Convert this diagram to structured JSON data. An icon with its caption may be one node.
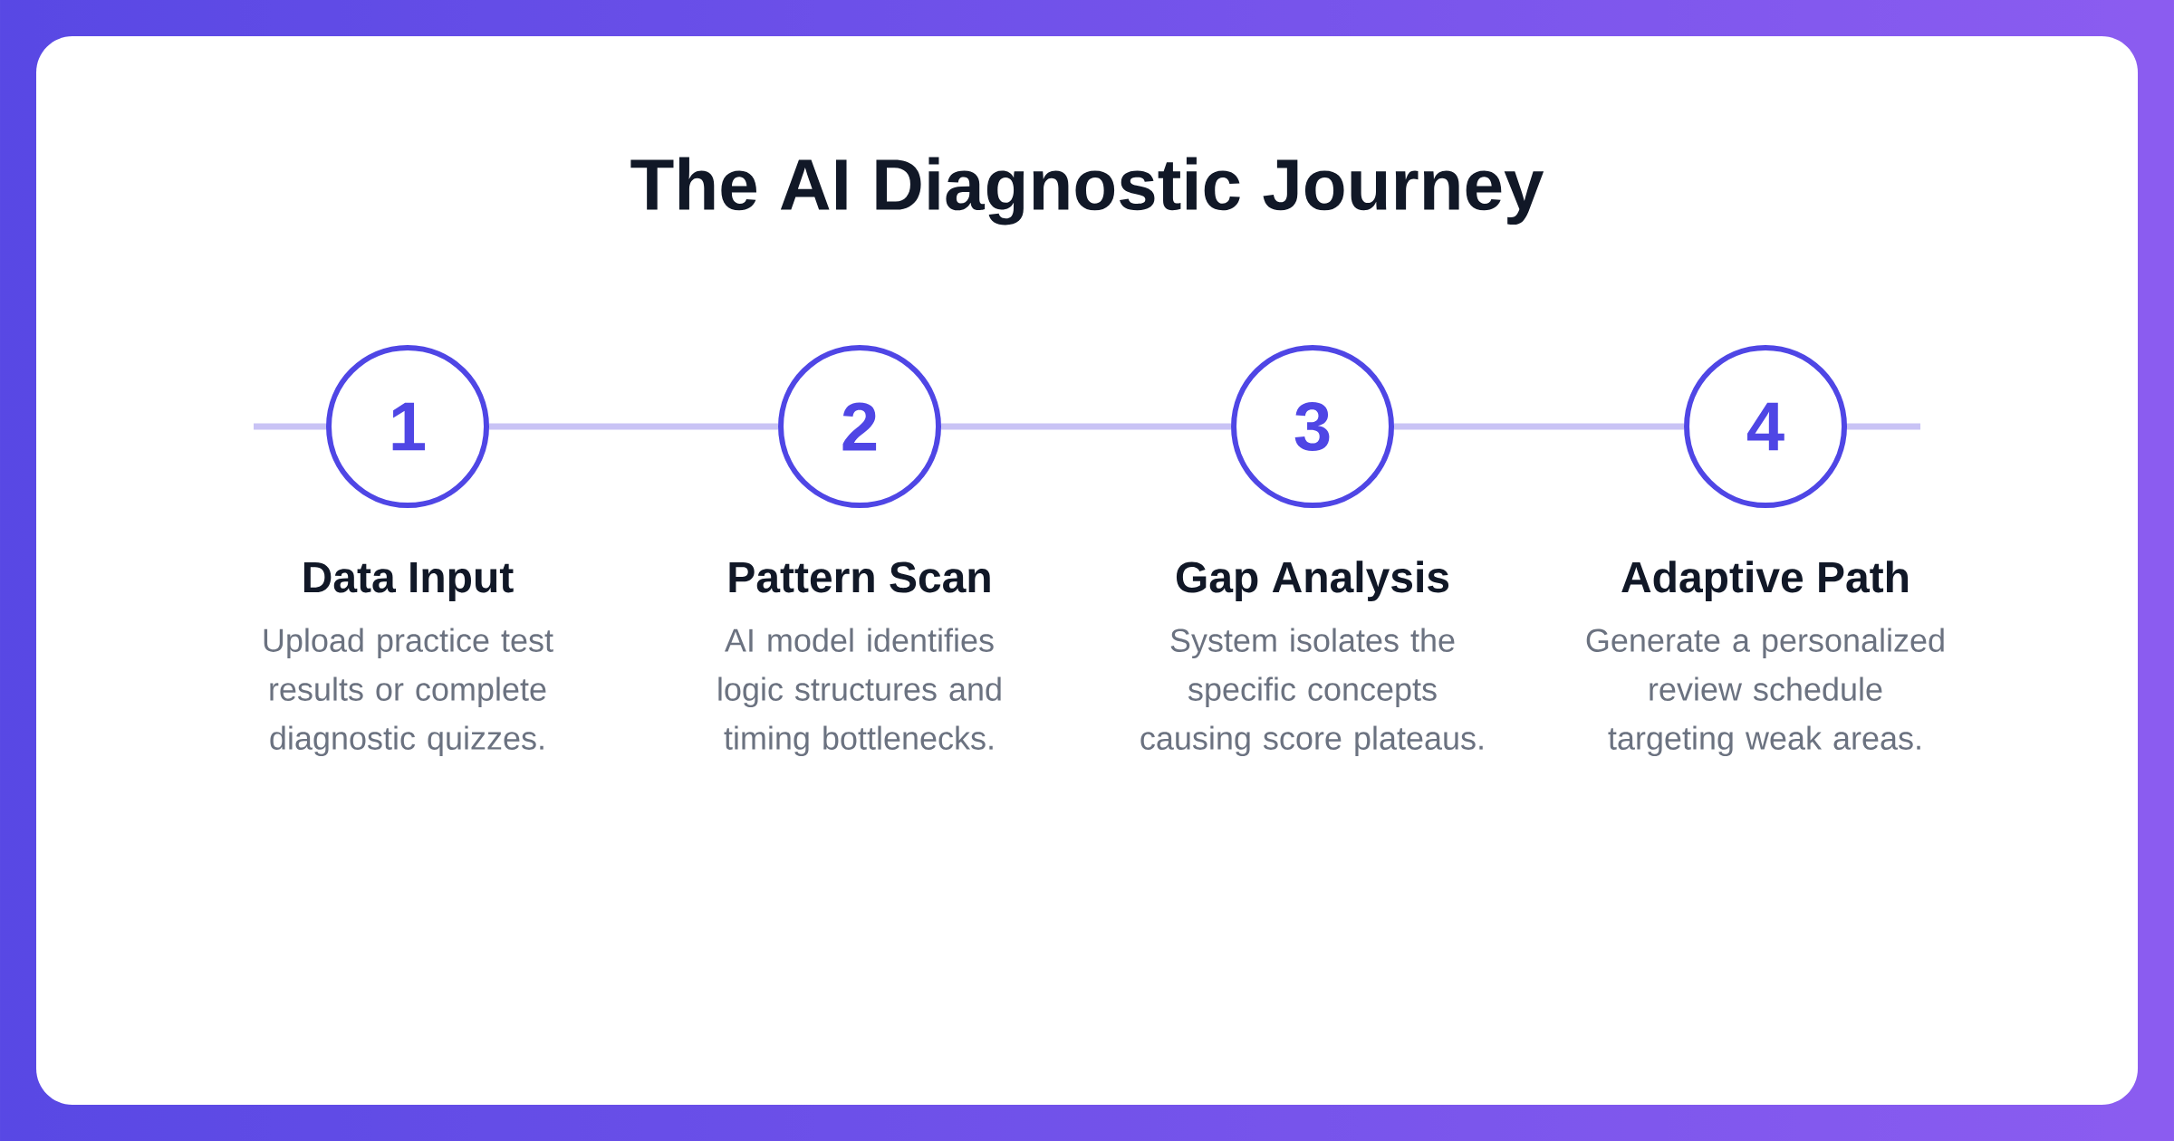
{
  "diagram": {
    "title": "The AI Diagnostic Journey",
    "nodes": [
      {
        "text": [
          "1"
        ],
        "beside": [
          "Data Input",
          "Upload practice test results or complete diagnostic quizzes."
        ]
      },
      {
        "text": [
          "2"
        ],
        "beside": [
          "Pattern Scan",
          "AI model identifies logic structures and timing bottlenecks."
        ]
      },
      {
        "text": [
          "3"
        ],
        "beside": [
          "Gap Analysis",
          "System isolates the specific concepts causing score plateaus."
        ]
      },
      {
        "text": [
          "4"
        ],
        "beside": [
          "Adaptive Path",
          "Generate a personalized review schedule targeting weak areas."
        ]
      }
    ],
    "edges": [
      {
        "from": 0,
        "to": 1,
        "arrow": "none"
      },
      {
        "from": 1,
        "to": 2,
        "arrow": "none"
      },
      {
        "from": 2,
        "to": 3,
        "arrow": "none"
      }
    ]
  }
}
